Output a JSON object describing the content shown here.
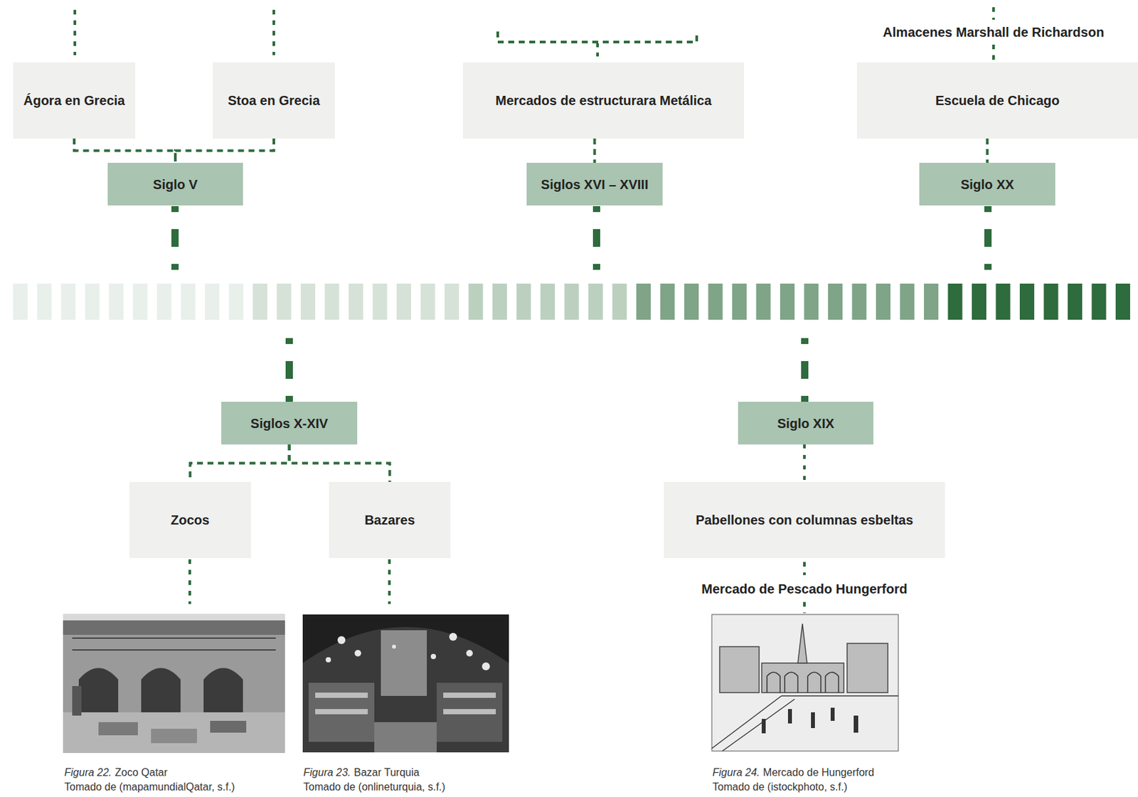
{
  "diagram": {
    "nodes": [
      {
        "text": [
          "Ágora en Grecia"
        ]
      },
      {
        "text": [
          "Stoa en Grecia"
        ]
      },
      {
        "text": [
          "Mercados de estructurara Metálica"
        ]
      },
      {
        "text": [
          "Escuela de Chicago"
        ]
      },
      {
        "text": [
          "Siglo  V"
        ]
      },
      {
        "text": [
          "Siglos XVI – XVIII"
        ]
      },
      {
        "text": [
          "Siglo XX"
        ]
      },
      {
        "text": [
          "Siglos  X-XIV"
        ]
      },
      {
        "text": [
          "Siglo XIX"
        ]
      },
      {
        "text": [
          "Zocos"
        ]
      },
      {
        "text": [
          "Bazares"
        ]
      },
      {
        "text": [
          "Pabellones con columnas esbeltas"
        ]
      }
    ],
    "edges": [
      {
        "from": 0,
        "to": 4,
        "arrow": "none"
      },
      {
        "from": 1,
        "to": 4,
        "arrow": "none"
      },
      {
        "from": 2,
        "to": 5,
        "arrow": "none"
      },
      {
        "from": 3,
        "to": 6,
        "arrow": "none"
      },
      {
        "from": 7,
        "to": 9,
        "arrow": "none"
      },
      {
        "from": 7,
        "to": 10,
        "arrow": "none"
      },
      {
        "from": 8,
        "to": 11,
        "arrow": "none"
      }
    ],
    "labels": [
      "Almacenes Marshall de Richardson",
      "Mercado de Pescado Hungerford",
      "Figura 22.",
      "Zoco Qatar",
      "Tomado de (mapamundialQatar, s.f.)",
      "Figura 23.",
      "Bazar Turquia",
      "Tomado de (onlineturquia, s.f.)",
      "Figura 24.",
      "Mercado de Hungerford",
      "Tomado de (istockphoto, s.f.)"
    ]
  }
}
